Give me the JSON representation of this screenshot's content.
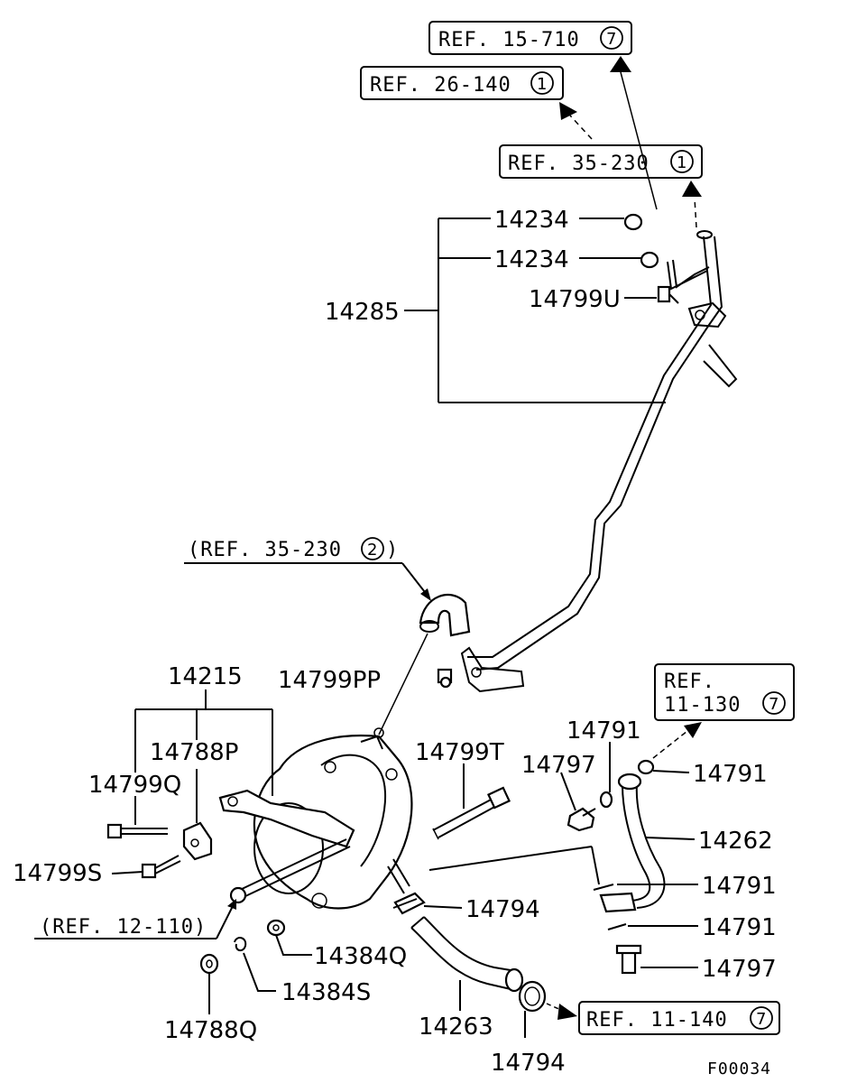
{
  "diagram": {
    "figure_code": "F00034",
    "ref_boxes": [
      {
        "id": "ref-15-710",
        "text": "REF. 15-710",
        "circled": "7"
      },
      {
        "id": "ref-26-140",
        "text": "REF. 26-140",
        "circled": "1"
      },
      {
        "id": "ref-35-230-1",
        "text": "REF. 35-230",
        "circled": "1"
      },
      {
        "id": "ref-11-130",
        "line1": "REF.",
        "line2": "11-130",
        "circled": "7"
      },
      {
        "id": "ref-11-140",
        "text": "REF. 11-140",
        "circled": "7"
      }
    ],
    "ref_plain": [
      {
        "id": "ref-35-230-2",
        "text": "(REF. 35-230",
        "circled": "2",
        "close": ")"
      },
      {
        "id": "ref-12-110",
        "text": "(REF. 12-110)"
      }
    ],
    "part_labels": {
      "p14234a": "14234",
      "p14234b": "14234",
      "p14799U": "14799U",
      "p14285": "14285",
      "p14215": "14215",
      "p14788P": "14788P",
      "p14799Q": "14799Q",
      "p14799S": "14799S",
      "p14799PP": "14799PP",
      "p14799T": "14799T",
      "p14791a": "14791",
      "p14797a": "14797",
      "p14791b": "14791",
      "p14262": "14262",
      "p14791c": "14791",
      "p14794a": "14794",
      "p14791d": "14791",
      "p14797b": "14797",
      "p14384Q": "14384Q",
      "p14384S": "14384S",
      "p14788Q": "14788Q",
      "p14263": "14263",
      "p14794b": "14794"
    }
  }
}
